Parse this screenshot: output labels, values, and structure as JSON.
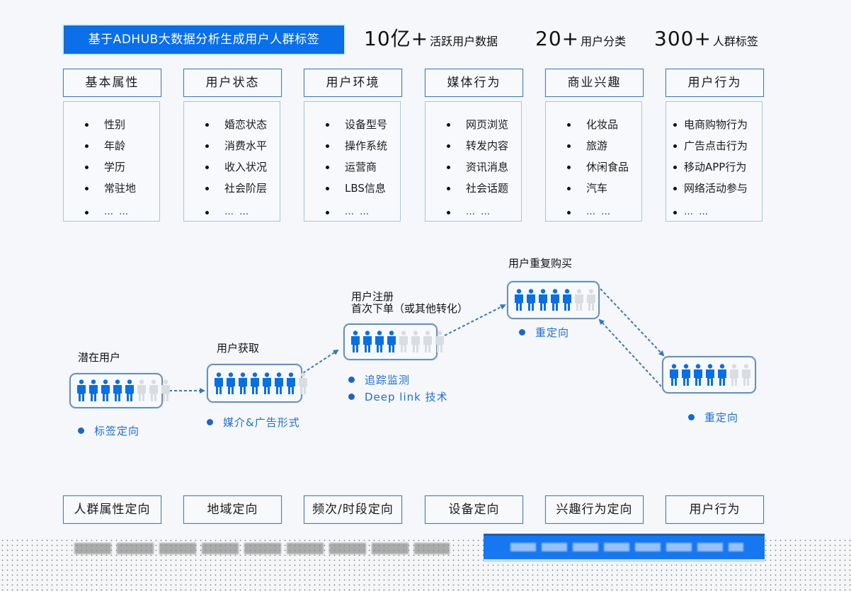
{
  "header": {
    "banner": "基于ADHUB大数据分析生成用户人群标签",
    "stats": [
      {
        "num": "10亿+",
        "label": "活跃用户数据"
      },
      {
        "num": "20+",
        "label": "用户分类"
      },
      {
        "num": "300+",
        "label": "人群标签"
      }
    ]
  },
  "categories": [
    {
      "title": "基本属性",
      "items": [
        "性别",
        "年龄",
        "学历",
        "常驻地"
      ],
      "more": "… …"
    },
    {
      "title": "用户状态",
      "items": [
        "婚恋状态",
        "消费水平",
        "收入状况",
        "社会阶层"
      ],
      "more": "… …"
    },
    {
      "title": "用户环境",
      "items": [
        "设备型号",
        "操作系统",
        "运营商",
        "LBS信息"
      ],
      "more": "… …"
    },
    {
      "title": "媒体行为",
      "items": [
        "网页浏览",
        "转发内容",
        "资讯消息",
        "社会话题"
      ],
      "more": "… …"
    },
    {
      "title": "商业兴趣",
      "items": [
        "化妆品",
        "旅游",
        "休闲食品",
        "汽车"
      ],
      "more": "… …"
    },
    {
      "title": "用户行为",
      "items": [
        "电商购物行为",
        "广告点击行为",
        "移动APP行为",
        "网络活动参与"
      ],
      "more": "… …"
    }
  ],
  "funnel": {
    "stages": [
      {
        "title": "潜在用户",
        "filled": 5,
        "total": 8,
        "notes": [
          "标签定向"
        ]
      },
      {
        "title": "用户获取",
        "filled": 7,
        "total": 8,
        "notes": [
          "媒介&广告形式"
        ]
      },
      {
        "title_lines": [
          "用户注册",
          "首次下单（或其他转化）"
        ],
        "filled": 4,
        "total": 8,
        "notes": [
          "追踪监测",
          "Deep link 技术"
        ]
      },
      {
        "title": "用户重复购买",
        "filled": 5,
        "total": 7,
        "notes": [
          "重定向"
        ]
      },
      {
        "title": "",
        "filled": 5,
        "total": 7,
        "notes": [
          "重定向"
        ]
      }
    ],
    "colors": {
      "filled": "#0a6fe0",
      "empty": "#d9dde2",
      "arrow": "#3a76b8"
    }
  },
  "targeting": [
    "人群属性定向",
    "地域定向",
    "频次/时段定向",
    "设备定向",
    "兴趣行为定向",
    "用户行为"
  ]
}
